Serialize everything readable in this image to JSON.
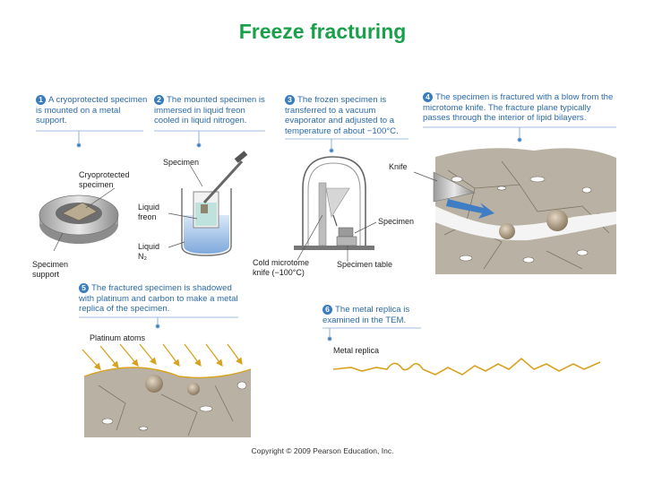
{
  "title": "Freeze fracturing",
  "steps": [
    {
      "num": "1",
      "text": "A cryoprotected specimen is mounted on a metal support."
    },
    {
      "num": "2",
      "text": "The mounted specimen is immersed in liquid freon cooled in liquid nitrogen."
    },
    {
      "num": "3",
      "text": "The frozen specimen is transferred to a vacuum evaporator and adjusted to a temperature of about −100°C."
    },
    {
      "num": "4",
      "text": "The specimen is fractured with a blow from the microtome knife. The fracture plane typically passes through the interior of lipid bilayers."
    },
    {
      "num": "5",
      "text": "The fractured specimen is shadowed with platinum and carbon to make a metal replica of the specimen."
    },
    {
      "num": "6",
      "text": "The metal replica is examined in the TEM."
    }
  ],
  "labels": {
    "cryo_specimen": "Cryoprotected specimen",
    "specimen_support": "Specimen support",
    "specimen_2": "Specimen",
    "liquid_freon": "Liquid freon",
    "liquid_n2": "Liquid N₂",
    "knife": "Knife",
    "specimen_3": "Specimen",
    "cold_knife": "Cold microtome knife (−100°C)",
    "specimen_table": "Specimen table",
    "platinum_atoms": "Platinum atoms",
    "metal_replica": "Metal replica"
  },
  "copyright": "Copyright © 2009 Pearson Education, Inc.",
  "colors": {
    "title": "#1aa04a",
    "step_text": "#2b6aa8",
    "replica": "#d8a21e",
    "specimen": "#b9b2a4",
    "arrow": "#3f7ec4"
  }
}
